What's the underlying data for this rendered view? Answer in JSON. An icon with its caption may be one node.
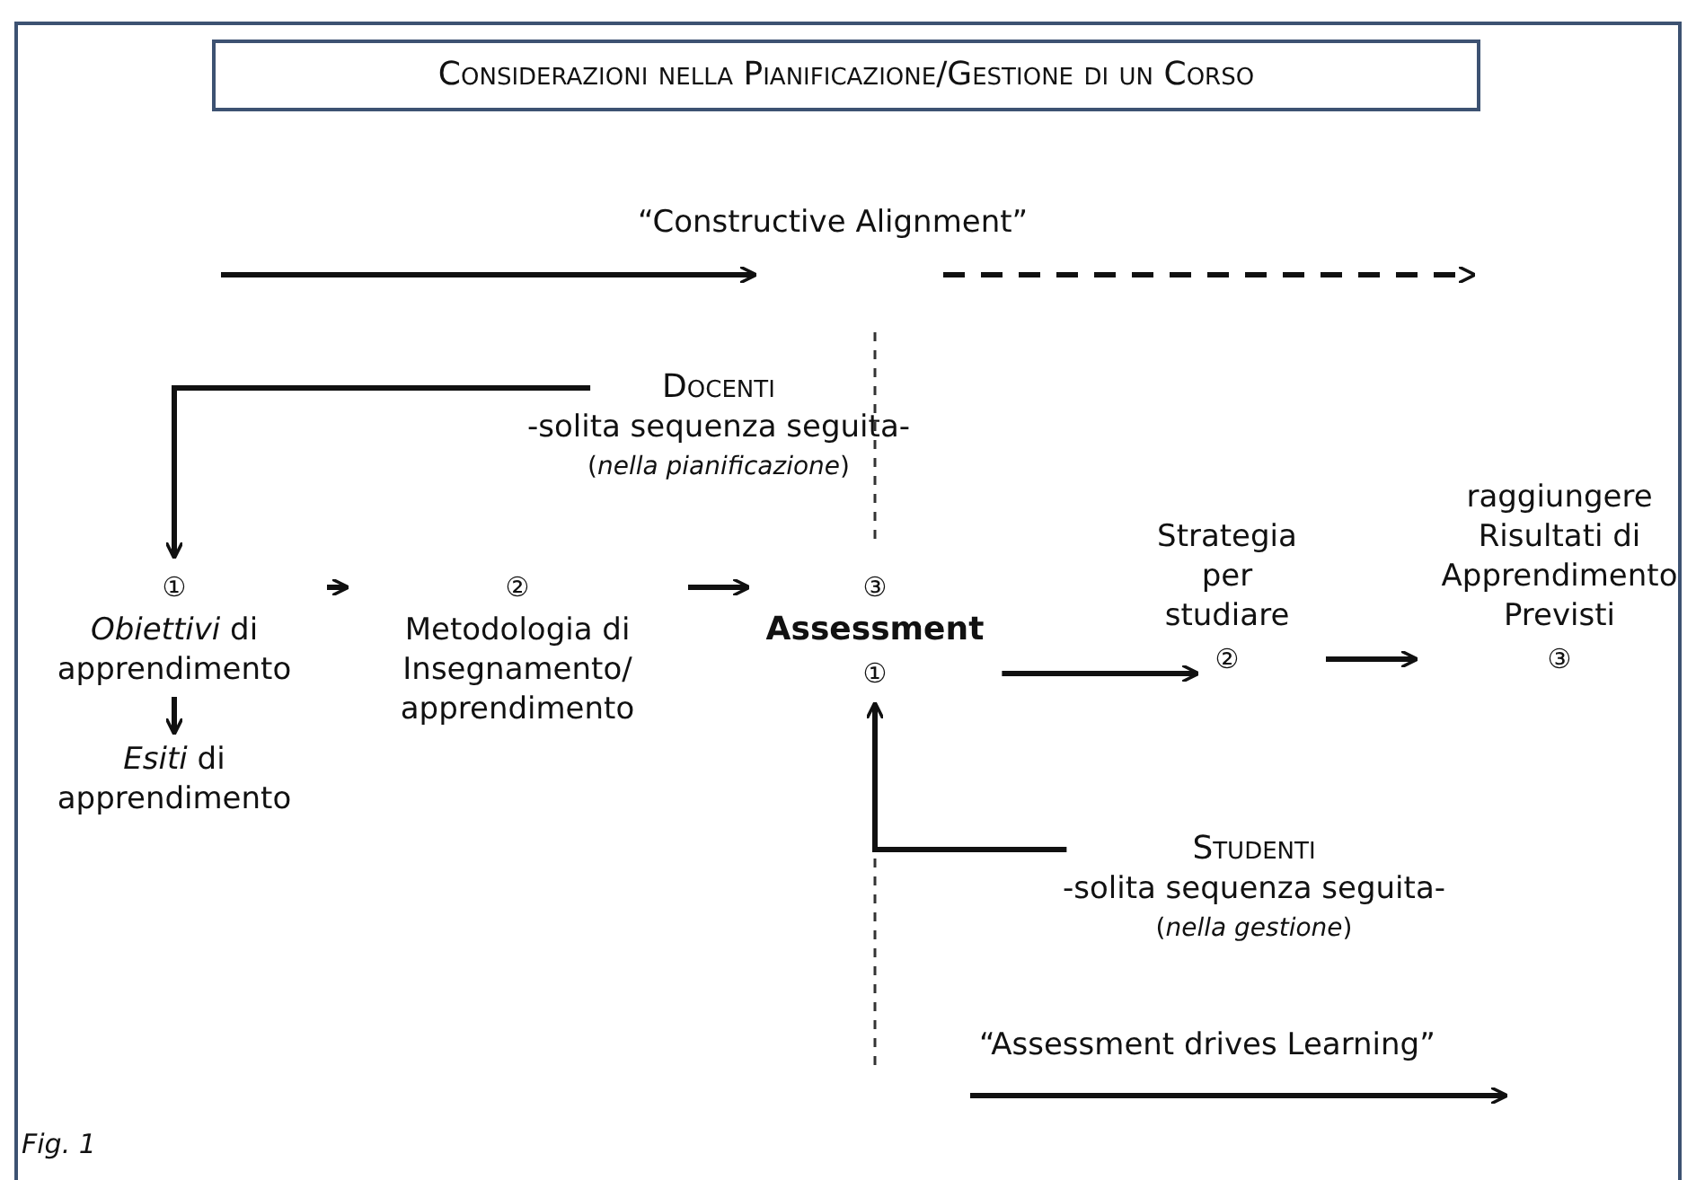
{
  "diagram": {
    "title": "Considerazioni nella Pianificazione/Gestione di un Corso",
    "caption": "Fig. 1",
    "nodes": [
      {
        "text": [
          "Docenti",
          "-solita sequenza seguita-",
          "(*nella pianificazione*)"
        ]
      },
      {
        "text": [
          "①",
          "*Obiettivi* di apprendimento"
        ]
      },
      {
        "text": [
          "*Esiti* di apprendimento"
        ]
      },
      {
        "text": [
          "②",
          "Metodologia di Insegnamento/ apprendimento"
        ]
      },
      {
        "text": [
          "③",
          "Assessment",
          "①"
        ]
      },
      {
        "text": [
          "Strategia per studiare",
          "②"
        ]
      },
      {
        "text": [
          "raggiungere Risultati di Apprendimento Previsti",
          "③"
        ]
      },
      {
        "text": [
          "Studenti",
          "-solita sequenza seguita-",
          "(*nella gestione*)"
        ]
      }
    ],
    "edges": [
      {
        "from": 0,
        "to": 1,
        "arrow": "to"
      },
      {
        "from": 1,
        "to": 3,
        "arrow": "to"
      },
      {
        "from": 1,
        "to": 2,
        "arrow": "to"
      },
      {
        "from": 3,
        "to": 4,
        "arrow": "to"
      },
      {
        "from": 7,
        "to": 4,
        "arrow": "to"
      },
      {
        "from": 4,
        "to": 5,
        "arrow": "to"
      },
      {
        "from": 5,
        "to": 6,
        "arrow": "to"
      }
    ],
    "labels": [
      "“Constructive Alignment”",
      "“Assessment drives Learning”"
    ]
  }
}
